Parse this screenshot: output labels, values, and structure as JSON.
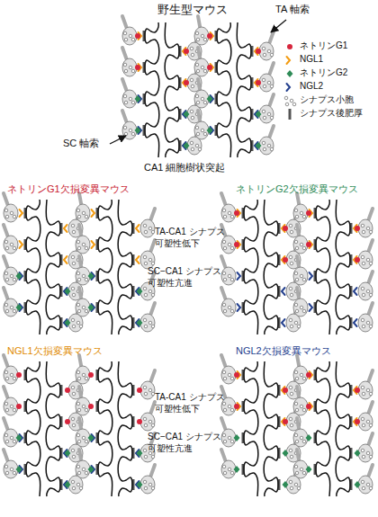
{
  "diagram": {
    "title": "野生型マウス",
    "labels": [
      "TA 軸索",
      "SC 軸索",
      "CA1 細胞樹状突起",
      "ネトリンG1欠損変異マウス",
      "TA-CA1 シナプス 可塑性低下",
      "ネトリンG2欠損変異マウス",
      "SC−CA1 シナプス 可塑性亢進",
      "NGL1欠損変異マウス",
      "TA-CA1 シナプス 可塑性低下",
      "NGL2欠損変異マウス",
      "SC−CA1 シナプス 可塑性亢進"
    ],
    "legend": [
      {
        "text": "ネトリンG1"
      },
      {
        "text": "NGL1"
      },
      {
        "text": "ネトリンG2"
      },
      {
        "text": "NGL2"
      },
      {
        "text": "シナプス小胞"
      },
      {
        "text": "シナプス後肥厚"
      }
    ]
  }
}
